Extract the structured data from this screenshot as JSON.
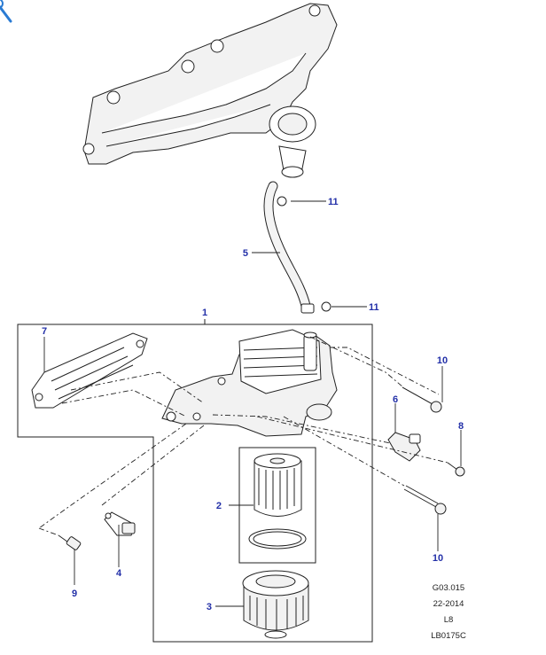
{
  "diagram": {
    "callouts": {
      "c1": "1",
      "c2": "2",
      "c3": "3",
      "c4": "4",
      "c5": "5",
      "c6": "6",
      "c7": "7",
      "c8": "8",
      "c9": "9",
      "c10a": "10",
      "c10b": "10",
      "c11a": "11",
      "c11b": "11"
    },
    "reference": {
      "line1": "G03.015",
      "line2": "22-2014",
      "line3": "L8",
      "line4": "LB0175C"
    }
  },
  "icons": {
    "corner_icon": "magnifier-icon"
  },
  "colors": {
    "callout_text": "#2330a8",
    "line_art": "#222222",
    "corner_icon": "#2a7bd3"
  }
}
